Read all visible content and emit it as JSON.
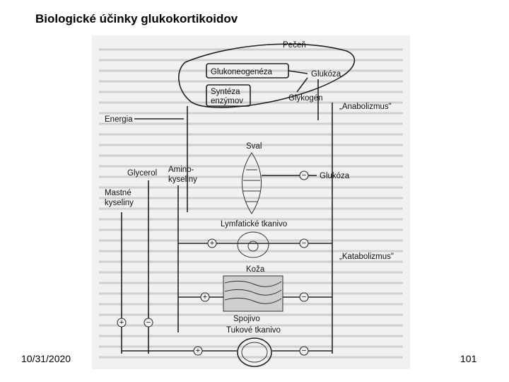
{
  "slide": {
    "title": "Biologické účinky glukokortikoidov",
    "date": "10/31/2020",
    "page_number": "101"
  },
  "diagram": {
    "liver": "Pečeň",
    "gluconeogenesis": "Glukoneogenéza",
    "glucose_top": "Glukóza",
    "synthesis_line1": "Syntéza",
    "synthesis_line2": "enzýmov",
    "glycogen": "Glykogén",
    "anabolism": "„Anabolizmus\"",
    "energy": "Energia",
    "muscle": "Sval",
    "glycerol": "Glycerol",
    "amino_line1": "Amino-",
    "amino_line2": "kyseliny",
    "glucose_mid": "Glukóza",
    "fatty_line1": "Mastné",
    "fatty_line2": "kyseliny",
    "lymphatic": "Lymfatické tkanivo",
    "catabolism": "„Katabolizmus\"",
    "skin": "Koža",
    "connective": "Spojivo",
    "adipose": "Tukové tkanivo",
    "plus": "+",
    "minus": "−"
  }
}
